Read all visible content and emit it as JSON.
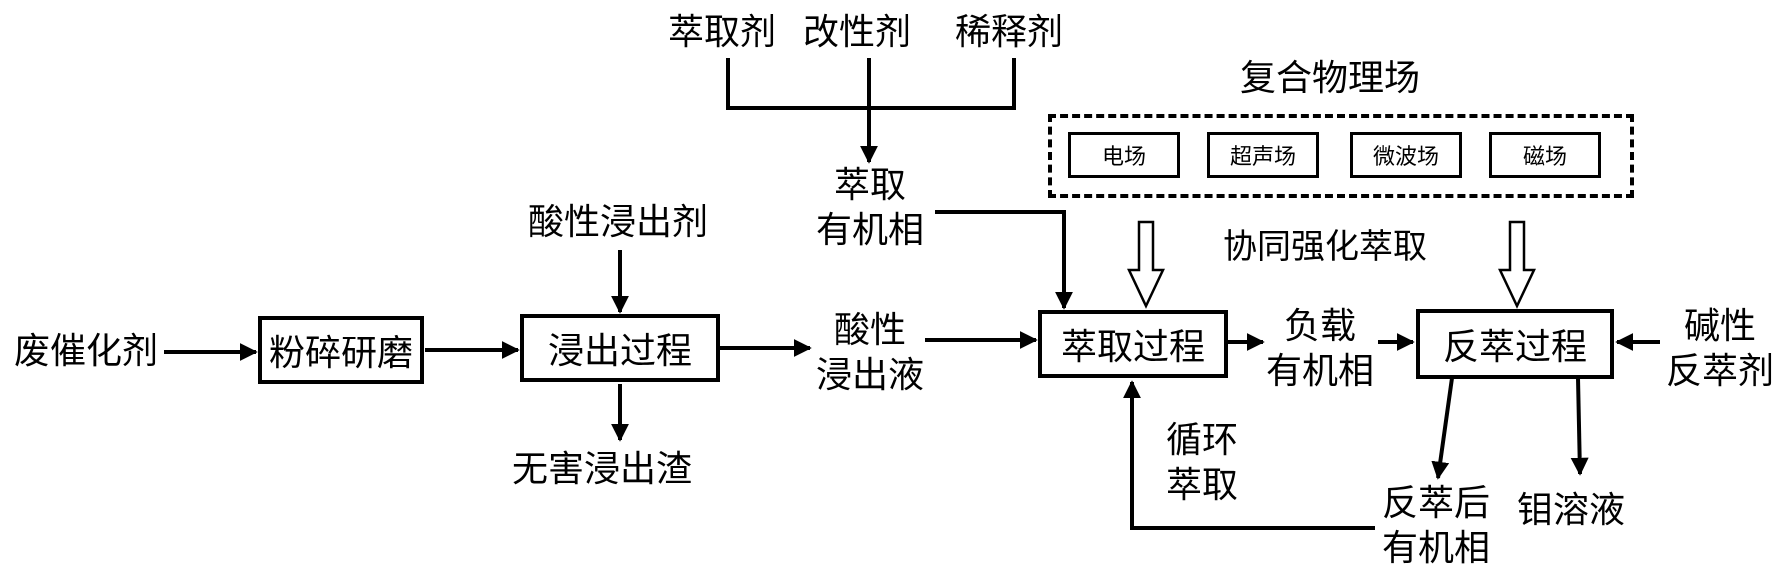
{
  "inputs": {
    "waste_catalyst": "废催化剂",
    "acid_leachant": "酸性浸出剂",
    "extractant": "萃取剂",
    "modifier": "改性剂",
    "diluent": "稀释剂",
    "alkaline_stripping": [
      "碱性",
      "反萃剂"
    ]
  },
  "processes": {
    "grinding": "粉碎研磨",
    "leaching": "浸出过程",
    "extraction": "萃取过程",
    "stripping": "反萃过程"
  },
  "intermediates": {
    "harmless_residue": "无害浸出渣",
    "acid_leachate": [
      "酸性",
      "浸出液"
    ],
    "extraction_organic": [
      "萃取",
      "有机相"
    ],
    "loaded_organic": [
      "负载",
      "有机相"
    ],
    "stripped_organic": [
      "反萃后",
      "有机相"
    ],
    "molybdenum_solution": "钼溶液",
    "recycle_extraction": [
      "循环",
      "萃取"
    ]
  },
  "physical_field": {
    "title": "复合物理场",
    "fields": [
      "电场",
      "超声场",
      "微波场",
      "磁场"
    ],
    "synergy_label": "协同强化萃取"
  }
}
